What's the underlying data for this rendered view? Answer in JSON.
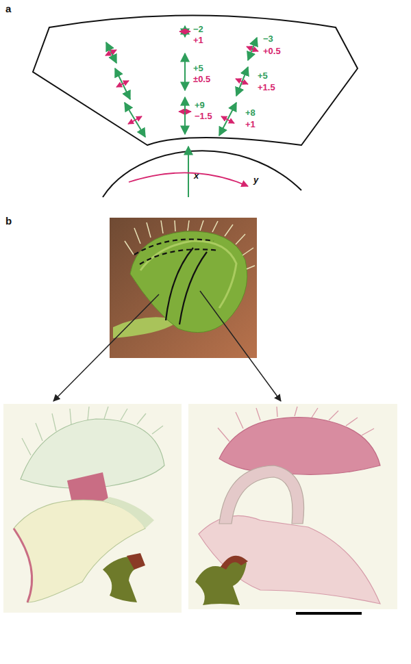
{
  "diagram": {
    "labels": [
      "a",
      "−2",
      "+1",
      "+5",
      "±0.5",
      "+9",
      "−1.5",
      "−3",
      "+0.5",
      "+5",
      "+1.5",
      "+8",
      "+1",
      "x",
      "y",
      "b"
    ]
  }
}
